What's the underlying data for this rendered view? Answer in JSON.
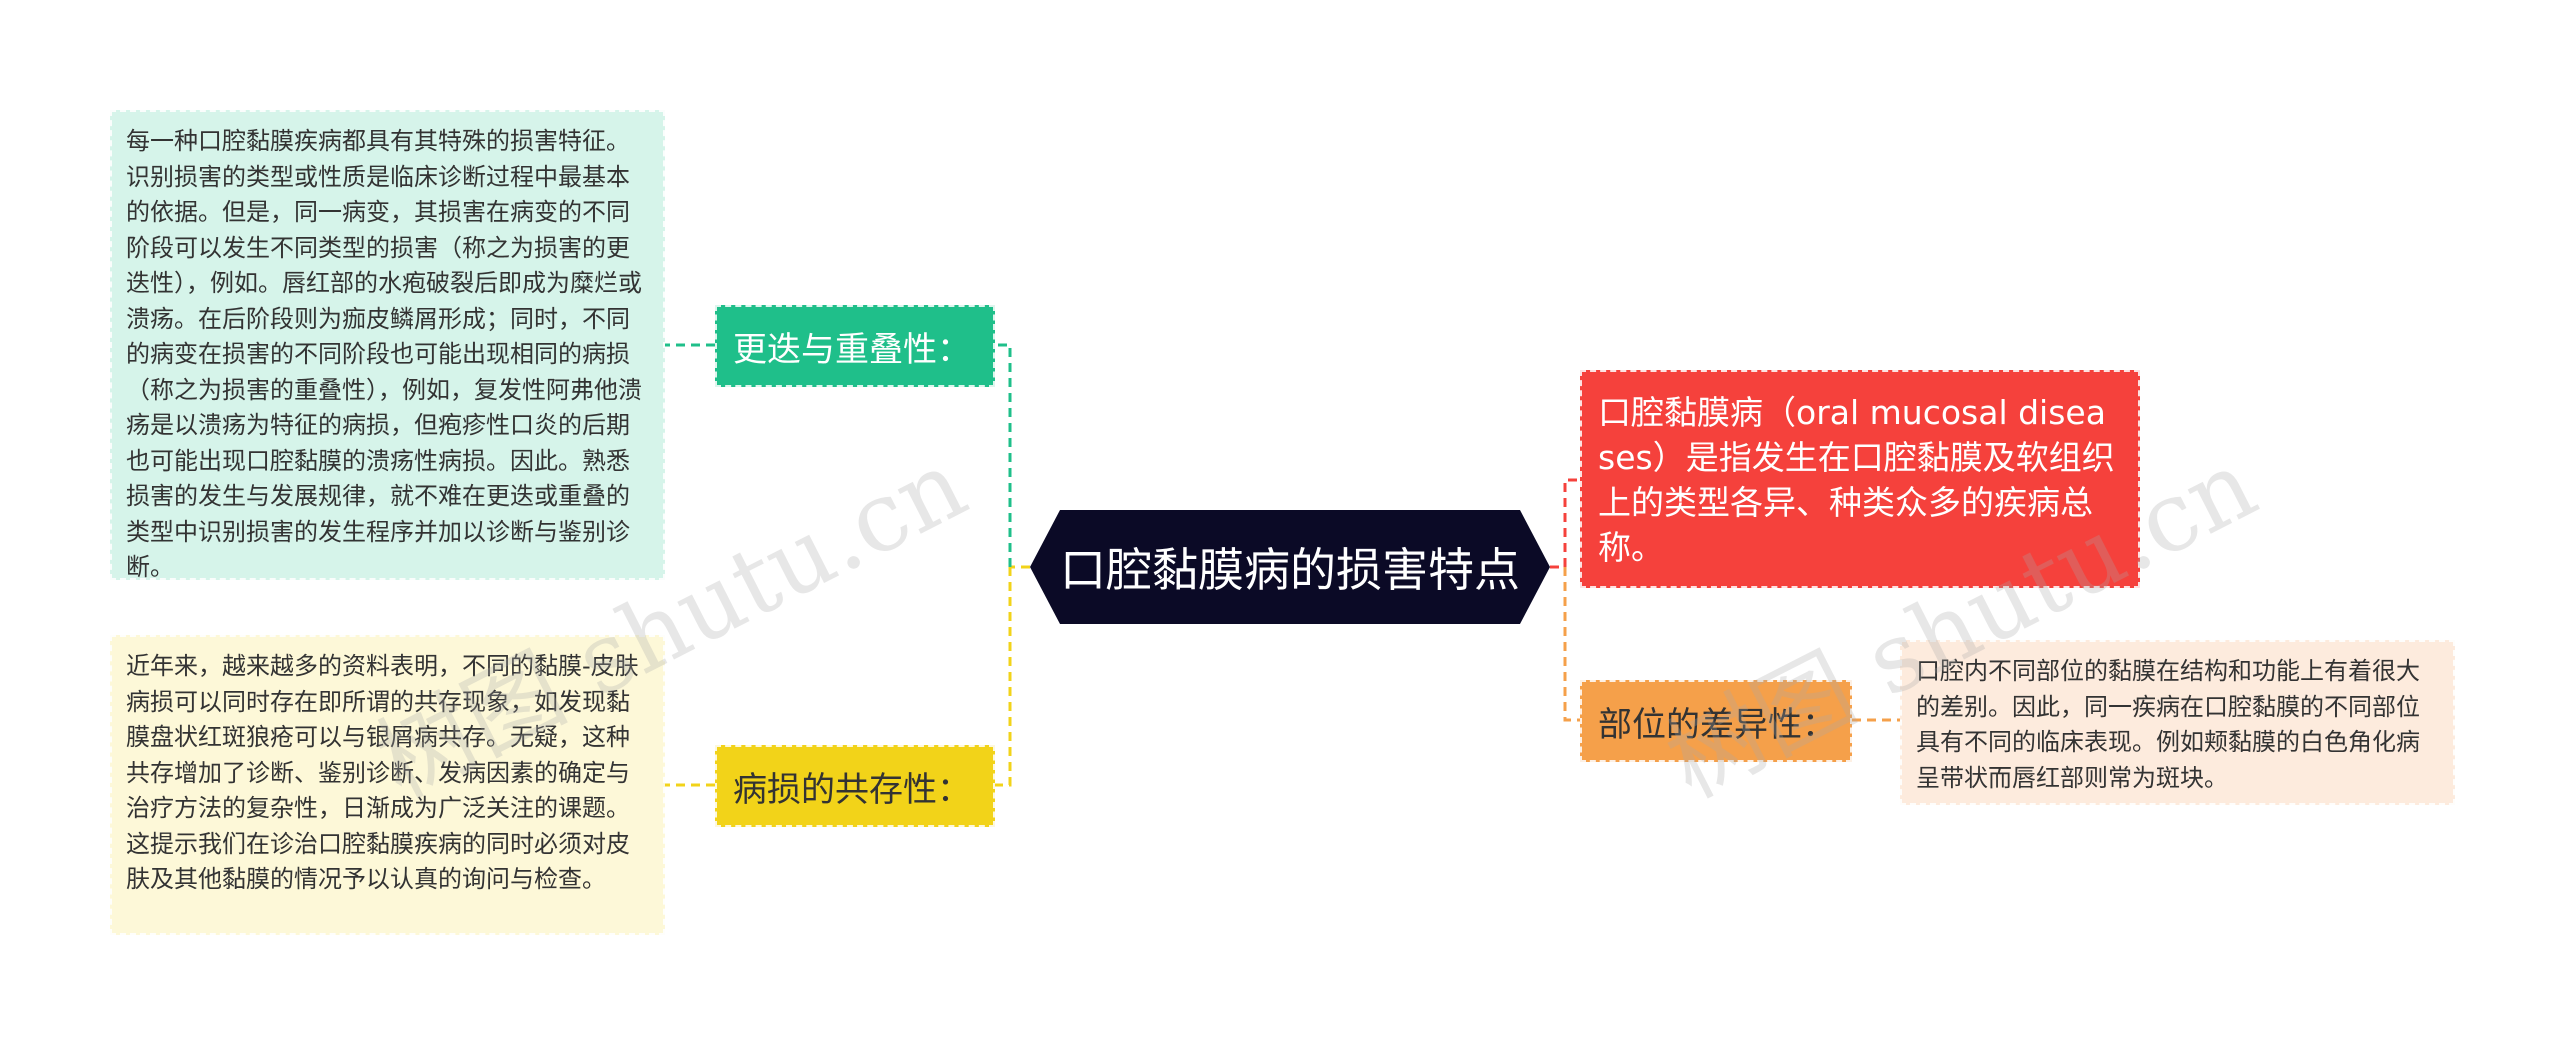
{
  "center": {
    "title": "口腔黏膜病的损害特点"
  },
  "definition": {
    "text": "口腔黏膜病（oral mucosal diseases）是指发生在口腔黏膜及软组织上的类型各异、种类众多的疾病总称。",
    "color": "#f5413c"
  },
  "branches": [
    {
      "label": "更迭与重叠性：",
      "color": "#1fbf8a",
      "detail": "每一种口腔黏膜疾病都具有其特殊的损害特征。识别损害的类型或性质是临床诊断过程中最基本的依据。但是，同一病变，其损害在病变的不同阶段可以发生不同类型的损害（称之为损害的更迭性），例如。唇红部的水疱破裂后即成为糜烂或溃疡。在后阶段则为痂皮鳞屑形成；同时，不同的病变在损害的不同阶段也可能出现相同的病损（称之为损害的重叠性），例如，复发性阿弗他溃疡是以溃疡为特征的病损，但疱疹性口炎的后期也可能出现口腔黏膜的溃疡性病损。因此。熟悉损害的发生与发展规律，就不难在更迭或重叠的类型中识别损害的发生程序并加以诊断与鉴别诊断。",
      "detail_bg": "#d6f4ea"
    },
    {
      "label": "病损的共存性：",
      "color": "#f2d319",
      "detail": "近年来，越来越多的资料表明，不同的黏膜-皮肤病损可以同时存在即所谓的共存现象，如发现黏膜盘状红斑狼疮可以与银屑病共存。无疑，这种共存增加了诊断、鉴别诊断、发病因素的确定与治疗方法的复杂性，日渐成为广泛关注的课题。这提示我们在诊治口腔黏膜疾病的同时必须对皮肤及其他黏膜的情况予以认真的询问与检查。",
      "detail_bg": "#fdf8d8"
    },
    {
      "label": "部位的差异性：",
      "color": "#f5a04a",
      "detail": "口腔内不同部位的黏膜在结构和功能上有着很大的差别。因此，同一疾病在口腔黏膜的不同部位具有不同的临床表现。例如颊黏膜的白色角化病呈带状而唇红部则常为斑块。",
      "detail_bg": "#fdebdd"
    }
  ],
  "watermarks": [
    "树图 shutu.cn",
    "树图 shutu.cn"
  ]
}
